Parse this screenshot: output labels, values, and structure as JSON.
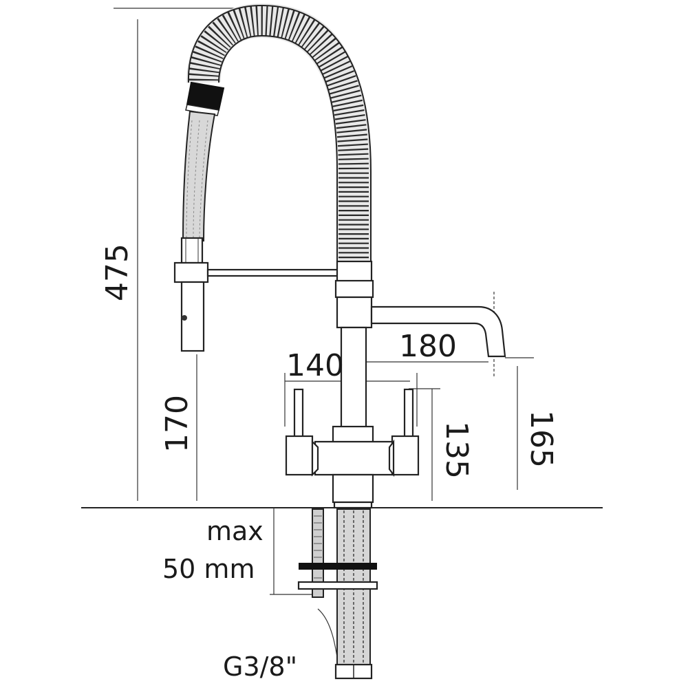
{
  "diagram": {
    "dimensions": {
      "total_height": "475",
      "spray_height": "170",
      "spout_reach": "180",
      "handle_span": "140",
      "handle_height": "135",
      "spout_height": "165"
    },
    "mounting": {
      "max_thickness_line1": "max",
      "max_thickness_line2": "50 mm",
      "connection": "G3/8\""
    }
  }
}
